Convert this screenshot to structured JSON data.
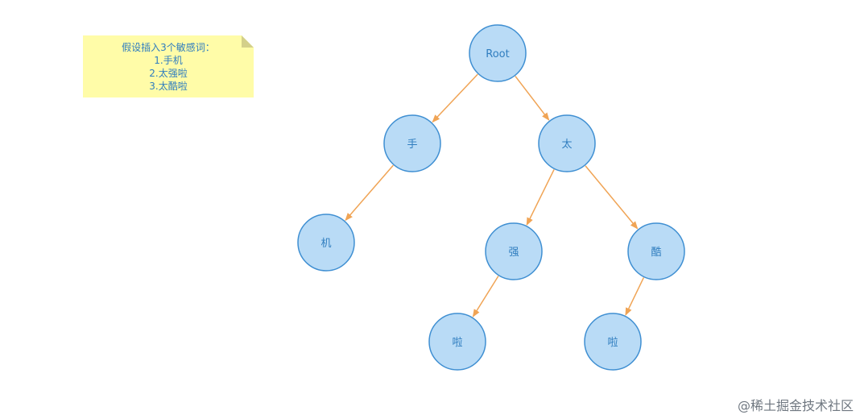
{
  "note": {
    "lines": [
      "假设插入3个敏感词：",
      "1.手机",
      "2.太强啦",
      "3.太酷啦"
    ]
  },
  "tree": {
    "nodes": [
      {
        "id": "root",
        "label": "Root"
      },
      {
        "id": "shou",
        "label": "手"
      },
      {
        "id": "tai",
        "label": "太"
      },
      {
        "id": "ji",
        "label": "机"
      },
      {
        "id": "qiang",
        "label": "强"
      },
      {
        "id": "ku",
        "label": "酷"
      },
      {
        "id": "la1",
        "label": "啦"
      },
      {
        "id": "la2",
        "label": "啦"
      }
    ],
    "edges": [
      {
        "from": "root",
        "to": "shou"
      },
      {
        "from": "root",
        "to": "tai"
      },
      {
        "from": "shou",
        "to": "ji"
      },
      {
        "from": "tai",
        "to": "qiang"
      },
      {
        "from": "tai",
        "to": "ku"
      },
      {
        "from": "qiang",
        "to": "la1"
      },
      {
        "from": "ku",
        "to": "la2"
      }
    ]
  },
  "colors": {
    "node_fill": "#b9dbf6",
    "node_stroke": "#3f8fd2",
    "edge": "#f0a455",
    "note_fill": "#fffca8",
    "note_fold": "#d4d08a",
    "text": "#2f7dbf"
  },
  "watermark": "@稀土掘金技术社区"
}
